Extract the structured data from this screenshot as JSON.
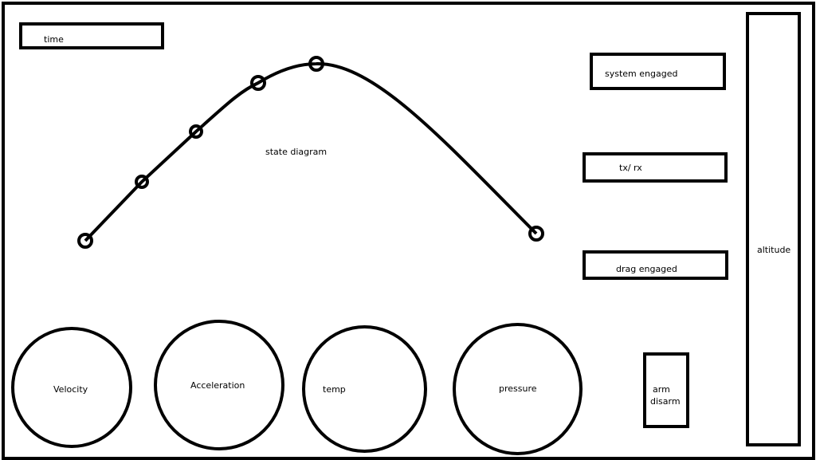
{
  "time_label": "time",
  "state_diagram_label": "state diagram",
  "indicators": {
    "system_engaged": "system engaged",
    "tx_rx": "tx/ rx",
    "drag_engaged": "drag engaged"
  },
  "altitude_label": "altitude",
  "arm_button": {
    "line1": "arm",
    "line2": "disarm"
  },
  "gauges": {
    "velocity": "Velocity",
    "acceleration": "Acceleration",
    "temp": "temp",
    "pressure": "pressure"
  },
  "state_points_count": 6
}
